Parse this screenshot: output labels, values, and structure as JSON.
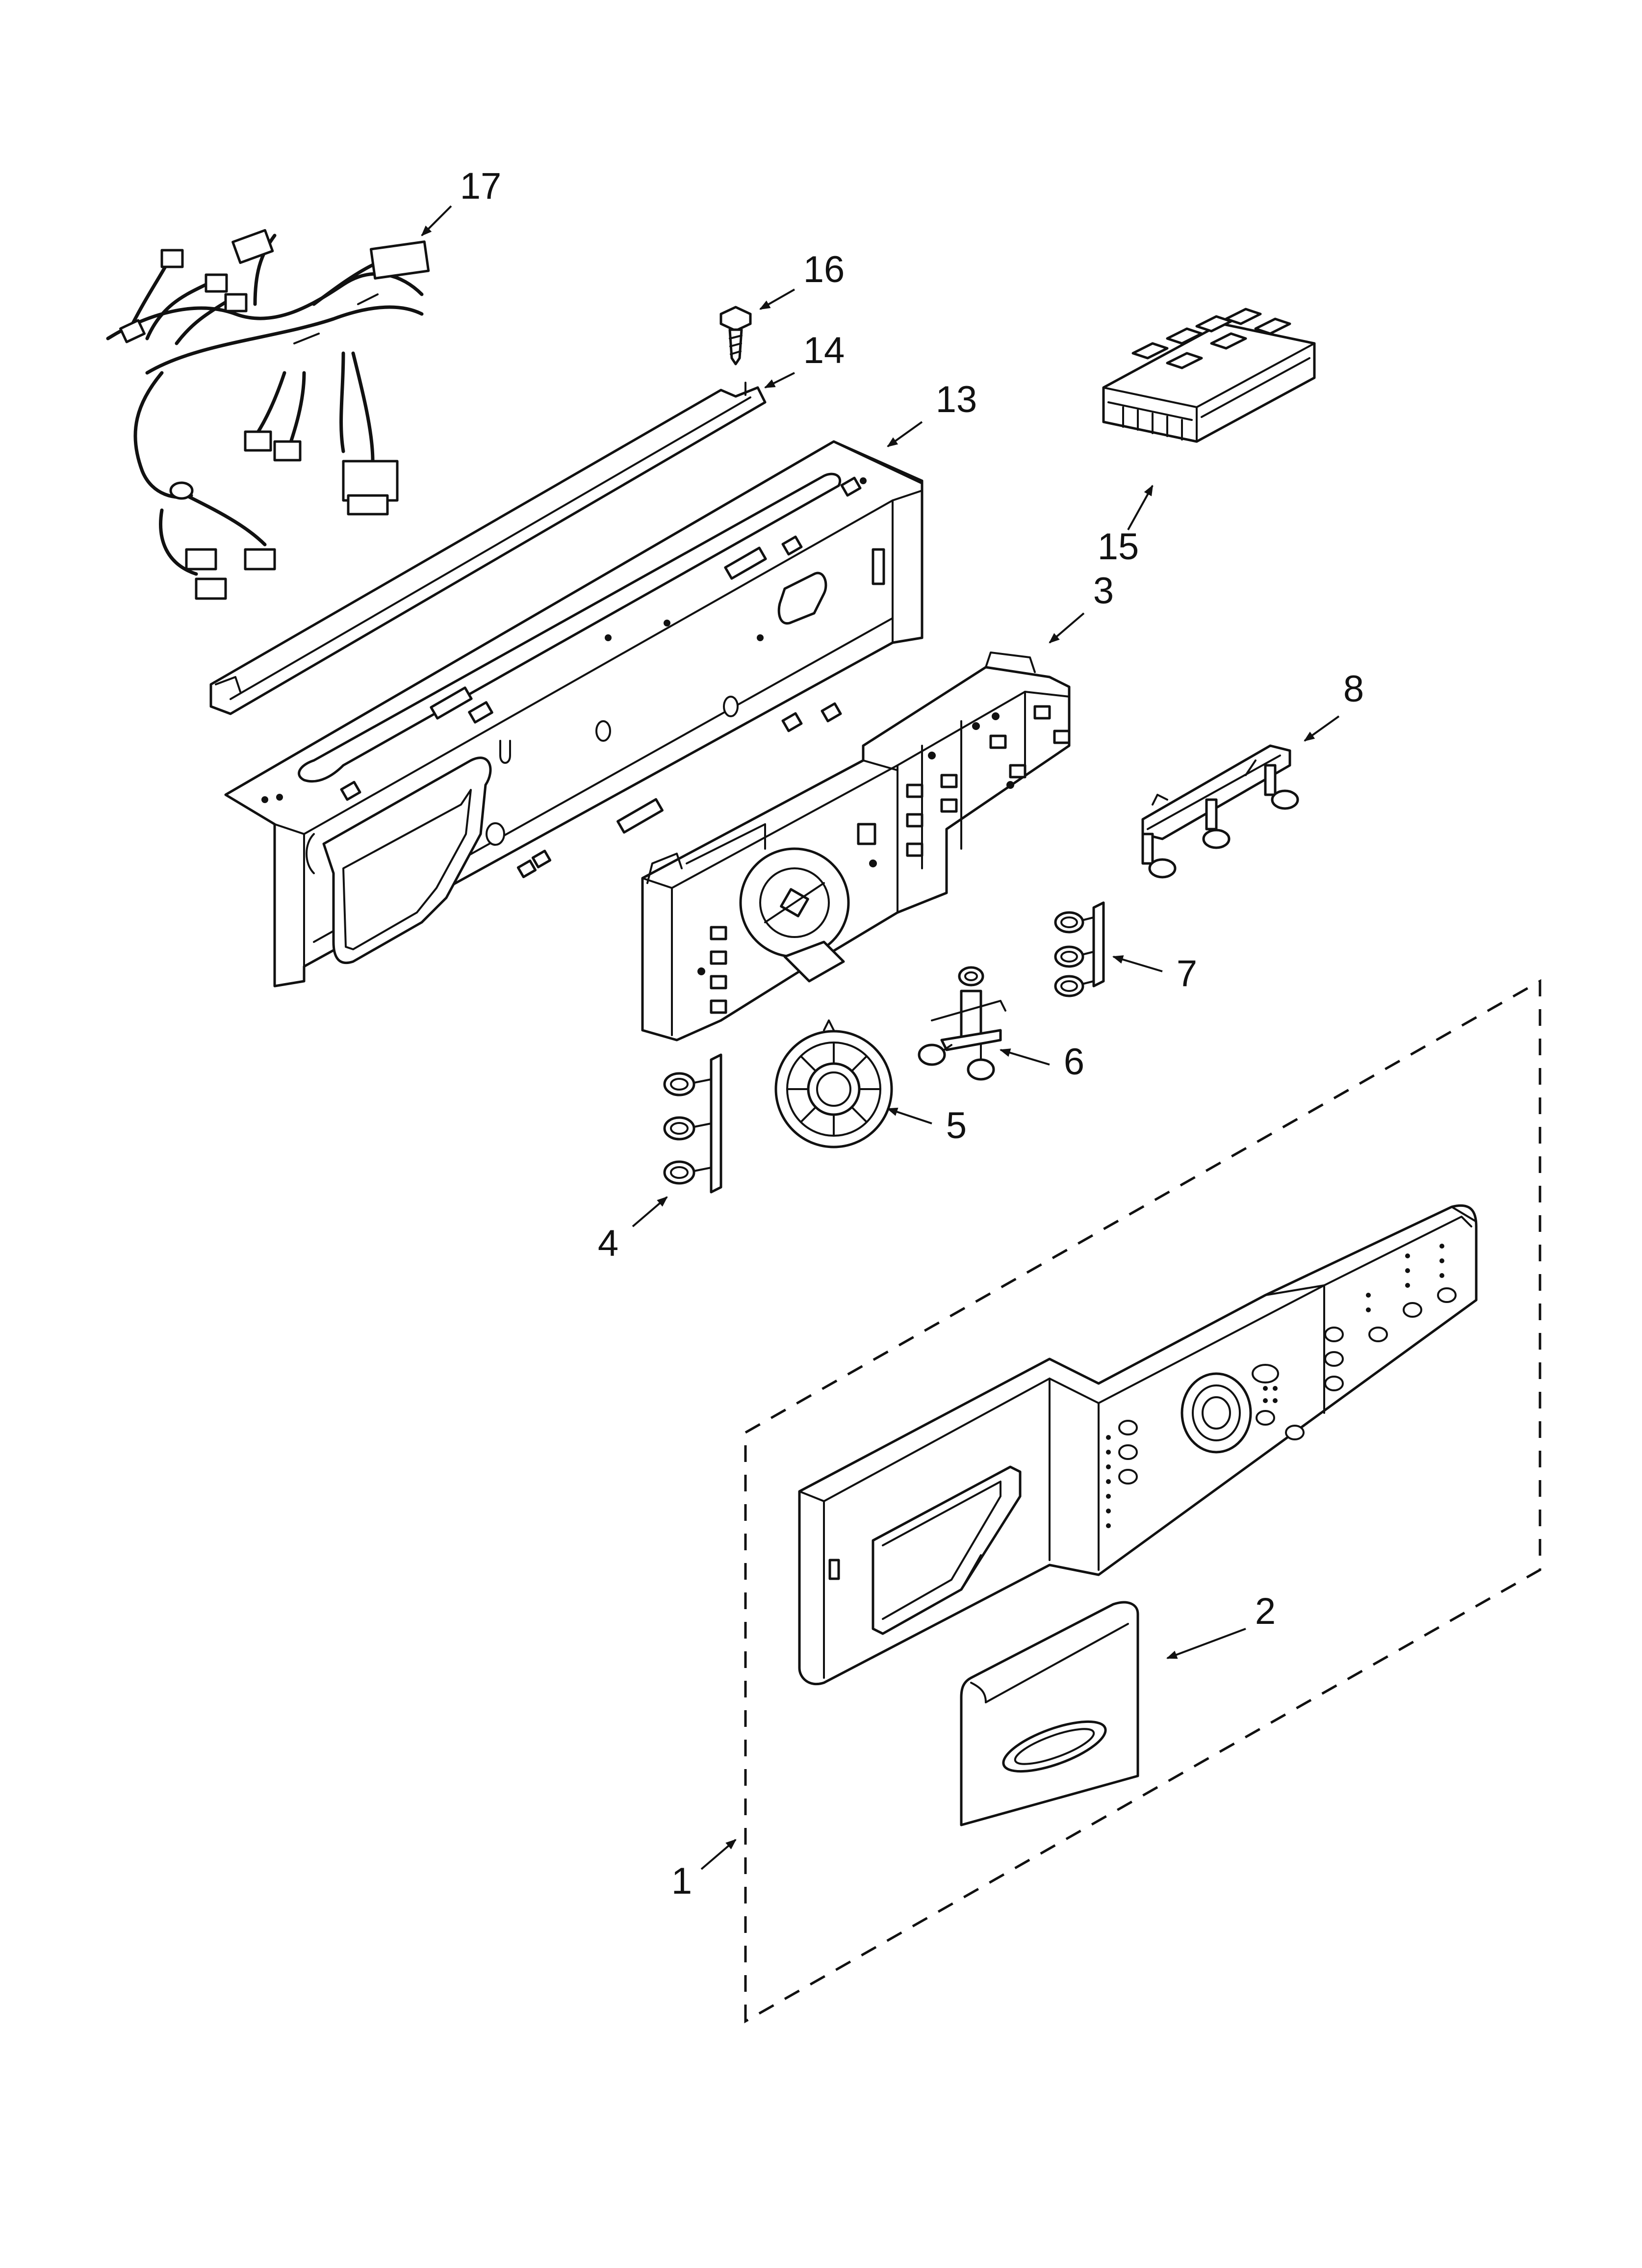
{
  "diagram": {
    "callouts": [
      "1",
      "2",
      "3",
      "4",
      "5",
      "6",
      "7",
      "8",
      "13",
      "14",
      "15",
      "16",
      "17"
    ]
  }
}
